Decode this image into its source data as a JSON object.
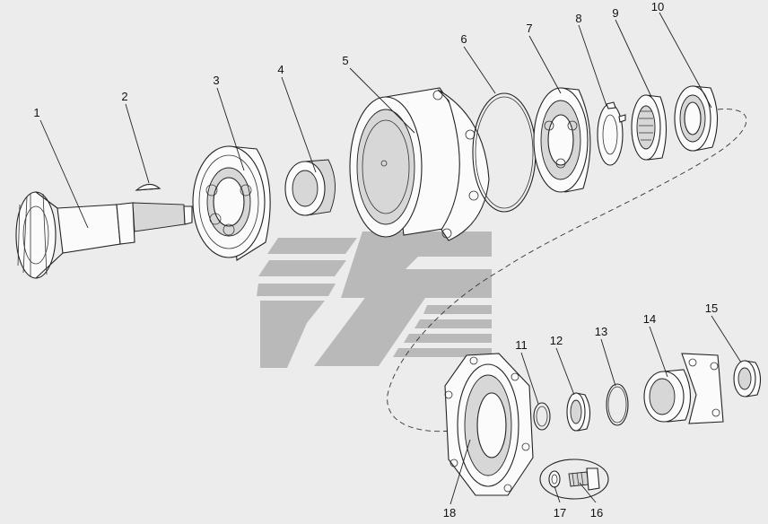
{
  "callouts": {
    "c1": "1",
    "c2": "2",
    "c3": "3",
    "c4": "4",
    "c5": "5",
    "c6": "6",
    "c7": "7",
    "c8": "8",
    "c9": "9",
    "c10": "10",
    "c11": "11",
    "c12": "12",
    "c13": "13",
    "c14": "14",
    "c15": "15",
    "c16": "16",
    "c17": "17",
    "c18": "18"
  },
  "watermark": {
    "icon": "brand-logo-watermark",
    "color": "#b9b9b9"
  },
  "colors": {
    "line": "#222222",
    "background": "#ececec",
    "part_fill": "#fbfbfb"
  }
}
